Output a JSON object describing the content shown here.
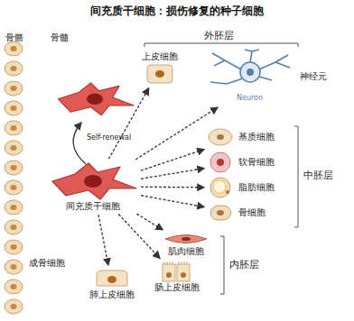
{
  "diagram": {
    "title": "间充质干细胞：损伤修复的种子细胞",
    "nodes": [
      {
        "text": [
          "间充质干细胞"
        ]
      },
      {
        "text": [
          "上皮细胞"
        ]
      },
      {
        "text": [
          "神经元"
        ]
      },
      {
        "text": [
          "基质细胞"
        ]
      },
      {
        "text": [
          "软骨细胞"
        ]
      },
      {
        "text": [
          "脂肪细胞"
        ]
      },
      {
        "text": [
          "骨细胞"
        ]
      },
      {
        "text": [
          "肌肉细胞"
        ]
      },
      {
        "text": [
          "肠上皮细胞"
        ]
      },
      {
        "text": [
          "肺上皮细胞"
        ]
      }
    ],
    "edges": [
      {
        "from": 0,
        "to": 1,
        "arrow": "to"
      },
      {
        "from": 0,
        "to": 2,
        "arrow": "to"
      },
      {
        "from": 0,
        "to": 3,
        "arrow": "to"
      },
      {
        "from": 0,
        "to": 4,
        "arrow": "to"
      },
      {
        "from": 0,
        "to": 5,
        "arrow": "to"
      },
      {
        "from": 0,
        "to": 6,
        "arrow": "to"
      },
      {
        "from": 0,
        "to": 7,
        "arrow": "to"
      },
      {
        "from": 0,
        "to": 8,
        "arrow": "to"
      },
      {
        "from": 0,
        "to": 9,
        "arrow": "to"
      }
    ],
    "labels": [
      "骨骼",
      "骨髓",
      "Self-renewal",
      "外胚层",
      "Neuron",
      "中胚层",
      "内胚层",
      "成骨细胞"
    ]
  }
}
